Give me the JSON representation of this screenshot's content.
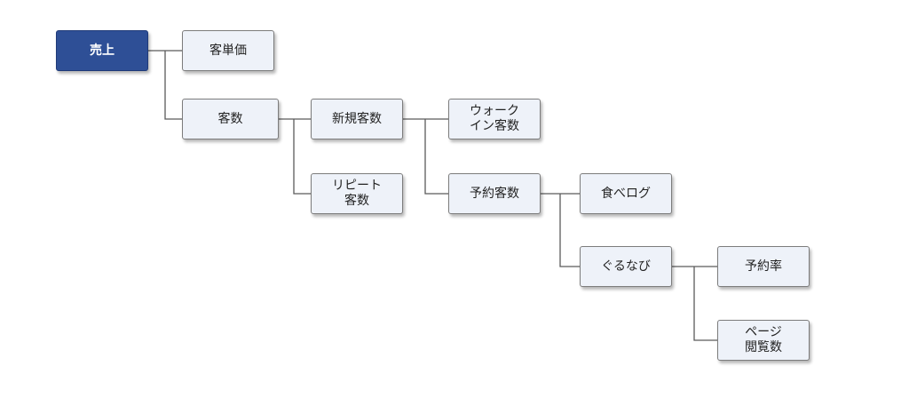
{
  "diagram": {
    "nodes": {
      "sales": "売上",
      "unit_price": "客単価",
      "customers": "客数",
      "new_customers": "新規客数",
      "walk_in": "ウォーク\nイン客数",
      "repeat": "リピート\n客数",
      "reservations": "予約客数",
      "tabelog": "食べログ",
      "gurunavi": "ぐるなび",
      "reservation_rate": "予約率",
      "page_views": "ページ\n閲覧数"
    },
    "colors": {
      "root_fill": "#2e4f96",
      "node_fill": "#eef2f9",
      "node_border": "#7c7c7c",
      "connector": "#5a5a5a"
    }
  }
}
